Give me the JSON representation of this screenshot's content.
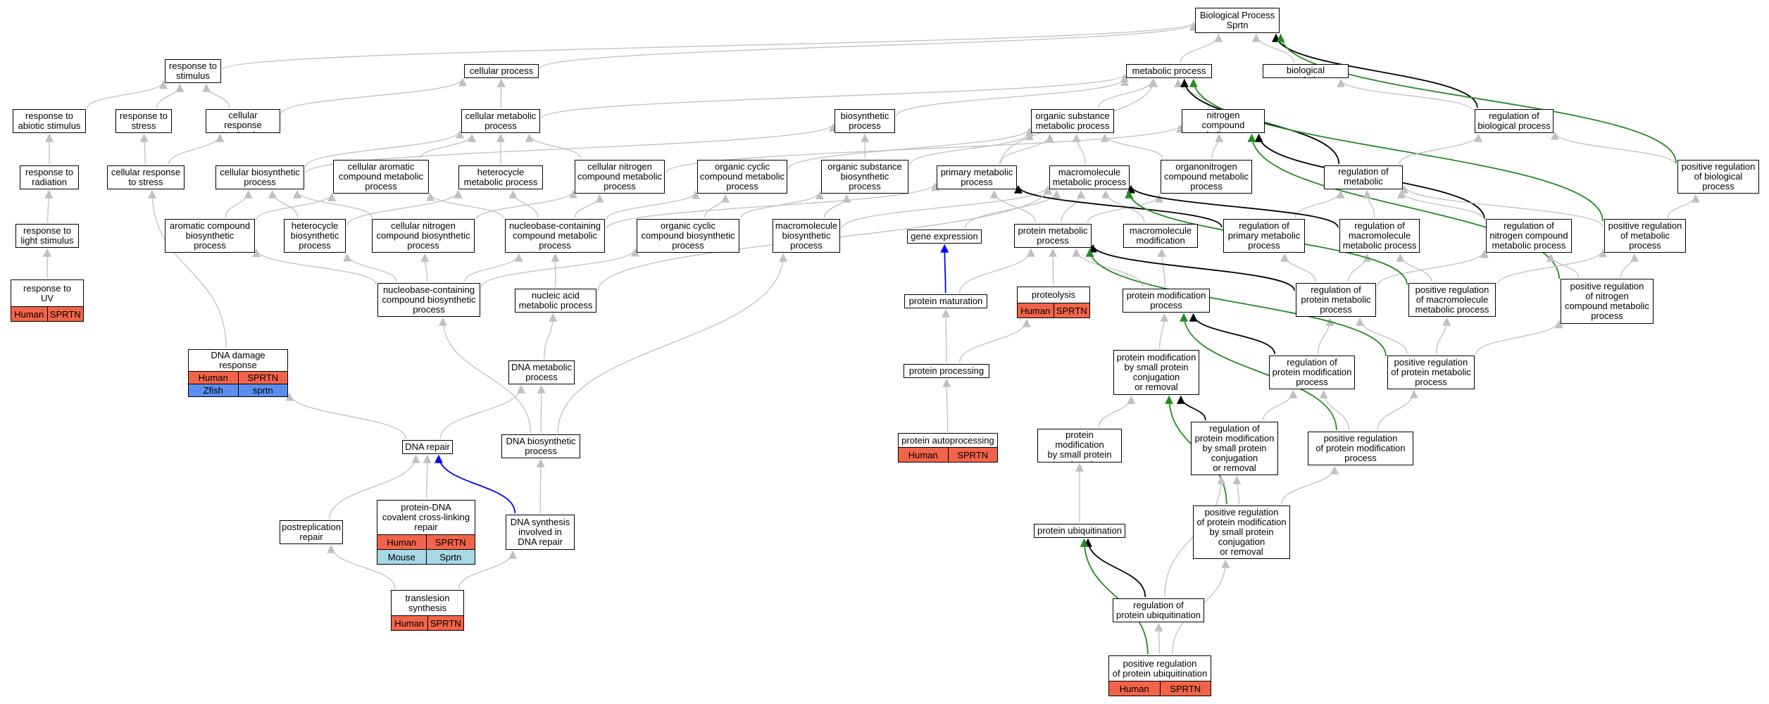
{
  "colors": {
    "default_edge": "#c0c0c0",
    "regulates_edge": "#000000",
    "positively_regulates_edge": "#228b22",
    "part_of_edge": "#0000ff",
    "human": "#f26449",
    "zfish": "#5b8ef0",
    "mouse": "#a6d8e6"
  },
  "nodes": [
    {
      "id": "bp",
      "label": "Biological Process\nSprtn"
    },
    {
      "id": "resp_stim",
      "label": "response to\nstimulus"
    },
    {
      "id": "cell_proc",
      "label": "cellular process"
    },
    {
      "id": "met_proc",
      "label": "metabolic process"
    },
    {
      "id": "bio_reg",
      "label": "biological regulation"
    },
    {
      "id": "resp_abiotic",
      "label": "response to\nabiotic stimulus"
    },
    {
      "id": "resp_stress",
      "label": "response to\nstress"
    },
    {
      "id": "cell_resp_stim",
      "label": "cellular response\nto stimulus"
    },
    {
      "id": "cell_met",
      "label": "cellular metabolic\nprocess"
    },
    {
      "id": "biosyn",
      "label": "biosynthetic\nprocess"
    },
    {
      "id": "org_sub_met",
      "label": "organic substance\nmetabolic process"
    },
    {
      "id": "nitro_met",
      "label": "nitrogen compound\nmetabolic process"
    },
    {
      "id": "reg_bio",
      "label": "regulation of\nbiological process"
    },
    {
      "id": "resp_rad",
      "label": "response to\nradiation"
    },
    {
      "id": "cell_resp_stress",
      "label": "cellular response\nto stress"
    },
    {
      "id": "cell_biosyn",
      "label": "cellular biosynthetic\nprocess"
    },
    {
      "id": "cell_arom",
      "label": "cellular aromatic\ncompound metabolic\nprocess"
    },
    {
      "id": "hetero_met",
      "label": "heterocycle\nmetabolic process"
    },
    {
      "id": "cell_nitro_met",
      "label": "cellular nitrogen\ncompound metabolic\nprocess"
    },
    {
      "id": "org_cyc_met",
      "label": "organic cyclic\ncompound metabolic\nprocess"
    },
    {
      "id": "org_sub_biosyn",
      "label": "organic substance\nbiosynthetic\nprocess"
    },
    {
      "id": "prim_met",
      "label": "primary metabolic\nprocess"
    },
    {
      "id": "macro_met",
      "label": "macromolecule\nmetabolic process"
    },
    {
      "id": "organonitro",
      "label": "organonitrogen\ncompound metabolic\nprocess"
    },
    {
      "id": "reg_met",
      "label": "regulation of\nmetabolic process"
    },
    {
      "id": "pos_reg_bio",
      "label": "positive regulation\nof biological\nprocess"
    },
    {
      "id": "resp_light",
      "label": "response to\nlight stimulus"
    },
    {
      "id": "arom_biosyn",
      "label": "aromatic compound\nbiosynthetic\nprocess"
    },
    {
      "id": "hetero_biosyn",
      "label": "heterocycle\nbiosynthetic\nprocess"
    },
    {
      "id": "cell_nitro_biosyn",
      "label": "cellular nitrogen\ncompound biosynthetic\nprocess"
    },
    {
      "id": "nucbase_met",
      "label": "nucleobase-containing\ncompound metabolic\nprocess"
    },
    {
      "id": "org_cyc_biosyn",
      "label": "organic cyclic\ncompound biosynthetic\nprocess"
    },
    {
      "id": "macro_biosyn",
      "label": "macromolecule\nbiosynthetic\nprocess"
    },
    {
      "id": "gene_expr",
      "label": "gene expression"
    },
    {
      "id": "prot_met",
      "label": "protein metabolic\nprocess"
    },
    {
      "id": "macro_mod",
      "label": "macromolecule\nmodification"
    },
    {
      "id": "reg_prim_met",
      "label": "regulation of\nprimary metabolic\nprocess"
    },
    {
      "id": "reg_macro_met",
      "label": "regulation of\nmacromolecule\nmetabolic process"
    },
    {
      "id": "reg_nitro_met",
      "label": "regulation of\nnitrogen compound\nmetabolic process"
    },
    {
      "id": "pos_reg_met",
      "label": "positive regulation\nof metabolic\nprocess"
    },
    {
      "id": "resp_uv",
      "label": "response to\nUV",
      "rows": [
        [
          "Human",
          "SPRTN"
        ]
      ]
    },
    {
      "id": "nucbase_biosyn",
      "label": "nucleobase-containing\ncompound biosynthetic\nprocess"
    },
    {
      "id": "nuc_acid_met",
      "label": "nucleic acid\nmetabolic process"
    },
    {
      "id": "prot_mat",
      "label": "protein maturation"
    },
    {
      "id": "proteolysis",
      "label": "proteolysis",
      "rows": [
        [
          "Human",
          "SPRTN"
        ]
      ]
    },
    {
      "id": "prot_mod",
      "label": "protein modification\nprocess"
    },
    {
      "id": "reg_prot_met",
      "label": "regulation of\nprotein metabolic\nprocess"
    },
    {
      "id": "pos_reg_macro_met",
      "label": "positive regulation\nof macromolecule\nmetabolic process"
    },
    {
      "id": "pos_reg_nitro_met",
      "label": "positive regulation\nof nitrogen\ncompound metabolic\nprocess"
    },
    {
      "id": "dna_damage",
      "label": "DNA damage response",
      "rows": [
        [
          "Human",
          "SPRTN"
        ],
        [
          "Zfish",
          "sprtn"
        ]
      ]
    },
    {
      "id": "dna_met",
      "label": "DNA metabolic\nprocess"
    },
    {
      "id": "prot_mod_small",
      "label": "protein modification\nby small protein\nconjugation\nor removal"
    },
    {
      "id": "reg_prot_mod",
      "label": "regulation of\nprotein modification\nprocess"
    },
    {
      "id": "pos_reg_prot_met",
      "label": "positive regulation\nof protein metabolic\nprocess"
    },
    {
      "id": "prot_proc",
      "label": "protein processing"
    },
    {
      "id": "dna_repair",
      "label": "DNA repair"
    },
    {
      "id": "dna_biosyn",
      "label": "DNA biosynthetic\nprocess"
    },
    {
      "id": "prot_autoproc",
      "label": "protein autoprocessing",
      "rows": [
        [
          "Human",
          "SPRTN"
        ]
      ]
    },
    {
      "id": "prot_mod_conj",
      "label": "protein modification\nby small protein\nconjugation"
    },
    {
      "id": "reg_prot_mod_small",
      "label": "regulation of\nprotein modification\nby small protein\nconjugation\nor removal"
    },
    {
      "id": "pos_reg_prot_mod",
      "label": "positive regulation\nof protein modification\nprocess"
    },
    {
      "id": "postrep",
      "label": "postreplication\nrepair"
    },
    {
      "id": "prot_dna",
      "label": "protein-DNA\ncovalent cross-linking\nrepair",
      "rows": [
        [
          "Human",
          "SPRTN"
        ],
        [
          "Mouse",
          "Sprtn"
        ]
      ]
    },
    {
      "id": "dna_synth_repair",
      "label": "DNA synthesis\ninvolved in\nDNA repair"
    },
    {
      "id": "pos_reg_prot_mod_small",
      "label": "positive regulation\nof protein modification\nby small protein\nconjugation\nor removal"
    },
    {
      "id": "prot_ubiq",
      "label": "protein ubiquitination"
    },
    {
      "id": "tls",
      "label": "translesion\nsynthesis",
      "rows": [
        [
          "Human",
          "SPRTN"
        ]
      ]
    },
    {
      "id": "reg_prot_ubiq",
      "label": "regulation of\nprotein ubiquitination"
    },
    {
      "id": "pos_reg_prot_ubiq",
      "label": "positive regulation\nof protein ubiquitination",
      "rows": [
        [
          "Human",
          "SPRTN"
        ]
      ]
    }
  ],
  "edges": [
    {
      "from": "resp_stim",
      "to": "bp",
      "kind": "is_a"
    },
    {
      "from": "cell_proc",
      "to": "bp",
      "kind": "is_a"
    },
    {
      "from": "met_proc",
      "to": "bp",
      "kind": "is_a"
    },
    {
      "from": "bio_reg",
      "to": "bp",
      "kind": "is_a"
    },
    {
      "from": "reg_bio",
      "to": "bp",
      "kind": "regulates"
    },
    {
      "from": "pos_reg_bio",
      "to": "bp",
      "kind": "positively_regulates"
    },
    {
      "from": "resp_abiotic",
      "to": "resp_stim",
      "kind": "is_a"
    },
    {
      "from": "resp_stress",
      "to": "resp_stim",
      "kind": "is_a"
    },
    {
      "from": "cell_resp_stim",
      "to": "resp_stim",
      "kind": "is_a"
    },
    {
      "from": "cell_resp_stim",
      "to": "cell_proc",
      "kind": "is_a"
    },
    {
      "from": "cell_met",
      "to": "cell_proc",
      "kind": "is_a"
    },
    {
      "from": "cell_met",
      "to": "met_proc",
      "kind": "is_a"
    },
    {
      "from": "biosyn",
      "to": "met_proc",
      "kind": "is_a"
    },
    {
      "from": "org_sub_met",
      "to": "met_proc",
      "kind": "is_a"
    },
    {
      "from": "nitro_met",
      "to": "met_proc",
      "kind": "is_a"
    },
    {
      "from": "prim_met",
      "to": "met_proc",
      "kind": "is_a"
    },
    {
      "from": "reg_met",
      "to": "met_proc",
      "kind": "regulates"
    },
    {
      "from": "pos_reg_met",
      "to": "met_proc",
      "kind": "positively_regulates"
    },
    {
      "from": "reg_bio",
      "to": "bio_reg",
      "kind": "is_a"
    },
    {
      "from": "reg_met",
      "to": "reg_bio",
      "kind": "is_a"
    },
    {
      "from": "pos_reg_bio",
      "to": "reg_bio",
      "kind": "is_a"
    },
    {
      "from": "pos_reg_met",
      "to": "pos_reg_bio",
      "kind": "is_a"
    },
    {
      "from": "resp_rad",
      "to": "resp_abiotic",
      "kind": "is_a"
    },
    {
      "from": "resp_light",
      "to": "resp_rad",
      "kind": "is_a"
    },
    {
      "from": "resp_uv",
      "to": "resp_light",
      "kind": "is_a"
    },
    {
      "from": "cell_resp_stress",
      "to": "resp_stress",
      "kind": "is_a"
    },
    {
      "from": "cell_resp_stress",
      "to": "cell_resp_stim",
      "kind": "is_a"
    },
    {
      "from": "dna_damage",
      "to": "cell_resp_stress",
      "kind": "is_a"
    },
    {
      "from": "cell_biosyn",
      "to": "cell_met",
      "kind": "is_a"
    },
    {
      "from": "cell_biosyn",
      "to": "biosyn",
      "kind": "is_a"
    },
    {
      "from": "cell_arom",
      "to": "cell_met",
      "kind": "is_a"
    },
    {
      "from": "hetero_met",
      "to": "cell_met",
      "kind": "is_a"
    },
    {
      "from": "cell_nitro_met",
      "to": "cell_met",
      "kind": "is_a"
    },
    {
      "from": "cell_nitro_met",
      "to": "nitro_met",
      "kind": "is_a"
    },
    {
      "from": "org_cyc_met",
      "to": "org_sub_met",
      "kind": "is_a"
    },
    {
      "from": "org_sub_biosyn",
      "to": "biosyn",
      "kind": "is_a"
    },
    {
      "from": "org_sub_biosyn",
      "to": "org_sub_met",
      "kind": "is_a"
    },
    {
      "from": "prim_met",
      "to": "org_sub_met",
      "kind": "is_a"
    },
    {
      "from": "macro_met",
      "to": "org_sub_met",
      "kind": "is_a"
    },
    {
      "from": "organonitro",
      "to": "org_sub_met",
      "kind": "is_a"
    },
    {
      "from": "organonitro",
      "to": "nitro_met",
      "kind": "is_a"
    },
    {
      "from": "reg_nitro_met",
      "to": "nitro_met",
      "kind": "regulates"
    },
    {
      "from": "pos_reg_nitro_met",
      "to": "nitro_met",
      "kind": "positively_regulates"
    },
    {
      "from": "arom_biosyn",
      "to": "cell_arom",
      "kind": "is_a"
    },
    {
      "from": "arom_biosyn",
      "to": "cell_biosyn",
      "kind": "is_a"
    },
    {
      "from": "hetero_biosyn",
      "to": "hetero_met",
      "kind": "is_a"
    },
    {
      "from": "hetero_biosyn",
      "to": "cell_biosyn",
      "kind": "is_a"
    },
    {
      "from": "cell_nitro_biosyn",
      "to": "cell_nitro_met",
      "kind": "is_a"
    },
    {
      "from": "cell_nitro_biosyn",
      "to": "cell_biosyn",
      "kind": "is_a"
    },
    {
      "from": "nucbase_met",
      "to": "cell_arom",
      "kind": "is_a"
    },
    {
      "from": "nucbase_met",
      "to": "hetero_met",
      "kind": "is_a"
    },
    {
      "from": "nucbase_met",
      "to": "cell_nitro_met",
      "kind": "is_a"
    },
    {
      "from": "nucbase_met",
      "to": "org_cyc_met",
      "kind": "is_a"
    },
    {
      "from": "nucbase_met",
      "to": "prim_met",
      "kind": "is_a"
    },
    {
      "from": "org_cyc_biosyn",
      "to": "org_cyc_met",
      "kind": "is_a"
    },
    {
      "from": "org_cyc_biosyn",
      "to": "org_sub_biosyn",
      "kind": "is_a"
    },
    {
      "from": "macro_biosyn",
      "to": "org_sub_biosyn",
      "kind": "is_a"
    },
    {
      "from": "macro_biosyn",
      "to": "macro_met",
      "kind": "is_a"
    },
    {
      "from": "gene_expr",
      "to": "macro_met",
      "kind": "is_a"
    },
    {
      "from": "prot_met",
      "to": "prim_met",
      "kind": "is_a"
    },
    {
      "from": "prot_met",
      "to": "macro_met",
      "kind": "is_a"
    },
    {
      "from": "prot_met",
      "to": "organonitro",
      "kind": "is_a"
    },
    {
      "from": "macro_mod",
      "to": "macro_met",
      "kind": "is_a"
    },
    {
      "from": "reg_prim_met",
      "to": "prim_met",
      "kind": "regulates"
    },
    {
      "from": "reg_prim_met",
      "to": "reg_met",
      "kind": "is_a"
    },
    {
      "from": "reg_macro_met",
      "to": "macro_met",
      "kind": "regulates"
    },
    {
      "from": "reg_macro_met",
      "to": "reg_met",
      "kind": "is_a"
    },
    {
      "from": "reg_nitro_met",
      "to": "reg_met",
      "kind": "is_a"
    },
    {
      "from": "pos_reg_met",
      "to": "reg_met",
      "kind": "is_a"
    },
    {
      "from": "nucbase_biosyn",
      "to": "arom_biosyn",
      "kind": "is_a"
    },
    {
      "from": "nucbase_biosyn",
      "to": "hetero_biosyn",
      "kind": "is_a"
    },
    {
      "from": "nucbase_biosyn",
      "to": "cell_nitro_biosyn",
      "kind": "is_a"
    },
    {
      "from": "nucbase_biosyn",
      "to": "nucbase_met",
      "kind": "is_a"
    },
    {
      "from": "nucbase_biosyn",
      "to": "org_cyc_biosyn",
      "kind": "is_a"
    },
    {
      "from": "nuc_acid_met",
      "to": "nucbase_met",
      "kind": "is_a"
    },
    {
      "from": "nuc_acid_met",
      "to": "macro_met",
      "kind": "is_a"
    },
    {
      "from": "prot_mat",
      "to": "gene_expr",
      "kind": "part_of"
    },
    {
      "from": "prot_mat",
      "to": "prot_met",
      "kind": "is_a"
    },
    {
      "from": "proteolysis",
      "to": "prot_met",
      "kind": "is_a"
    },
    {
      "from": "prot_mod",
      "to": "prot_met",
      "kind": "is_a"
    },
    {
      "from": "prot_mod",
      "to": "macro_mod",
      "kind": "is_a"
    },
    {
      "from": "reg_prot_met",
      "to": "prot_met",
      "kind": "regulates"
    },
    {
      "from": "reg_prot_met",
      "to": "reg_prim_met",
      "kind": "is_a"
    },
    {
      "from": "reg_prot_met",
      "to": "reg_macro_met",
      "kind": "is_a"
    },
    {
      "from": "reg_prot_met",
      "to": "reg_nitro_met",
      "kind": "is_a"
    },
    {
      "from": "pos_reg_macro_met",
      "to": "macro_met",
      "kind": "positively_regulates"
    },
    {
      "from": "pos_reg_macro_met",
      "to": "reg_macro_met",
      "kind": "is_a"
    },
    {
      "from": "pos_reg_macro_met",
      "to": "pos_reg_met",
      "kind": "is_a"
    },
    {
      "from": "pos_reg_nitro_met",
      "to": "reg_nitro_met",
      "kind": "is_a"
    },
    {
      "from": "pos_reg_nitro_met",
      "to": "pos_reg_met",
      "kind": "is_a"
    },
    {
      "from": "dna_damage",
      "to": "nucbase_biosyn",
      "kind": "is_a",
      "hidden": true
    },
    {
      "from": "dna_met",
      "to": "nuc_acid_met",
      "kind": "is_a"
    },
    {
      "from": "prot_mod_small",
      "to": "prot_mod",
      "kind": "is_a"
    },
    {
      "from": "reg_prot_mod",
      "to": "prot_mod",
      "kind": "regulates"
    },
    {
      "from": "reg_prot_mod",
      "to": "reg_prot_met",
      "kind": "is_a"
    },
    {
      "from": "pos_reg_prot_met",
      "to": "prot_met",
      "kind": "positively_regulates"
    },
    {
      "from": "pos_reg_prot_met",
      "to": "reg_prot_met",
      "kind": "is_a"
    },
    {
      "from": "pos_reg_prot_met",
      "to": "pos_reg_macro_met",
      "kind": "is_a"
    },
    {
      "from": "pos_reg_prot_met",
      "to": "pos_reg_nitro_met",
      "kind": "is_a"
    },
    {
      "from": "prot_proc",
      "to": "prot_mat",
      "kind": "is_a"
    },
    {
      "from": "prot_proc",
      "to": "proteolysis",
      "kind": "is_a"
    },
    {
      "from": "dna_repair",
      "to": "dna_damage",
      "kind": "is_a"
    },
    {
      "from": "dna_repair",
      "to": "dna_met",
      "kind": "is_a"
    },
    {
      "from": "dna_biosyn",
      "to": "dna_met",
      "kind": "is_a"
    },
    {
      "from": "dna_biosyn",
      "to": "nucbase_biosyn",
      "kind": "is_a"
    },
    {
      "from": "dna_biosyn",
      "to": "macro_biosyn",
      "kind": "is_a"
    },
    {
      "from": "prot_autoproc",
      "to": "prot_proc",
      "kind": "is_a"
    },
    {
      "from": "prot_mod_conj",
      "to": "prot_mod_small",
      "kind": "is_a"
    },
    {
      "from": "reg_prot_mod_small",
      "to": "prot_mod_small",
      "kind": "regulates"
    },
    {
      "from": "reg_prot_mod_small",
      "to": "reg_prot_mod",
      "kind": "is_a"
    },
    {
      "from": "pos_reg_prot_mod",
      "to": "prot_mod",
      "kind": "positively_regulates"
    },
    {
      "from": "pos_reg_prot_mod",
      "to": "reg_prot_mod",
      "kind": "is_a"
    },
    {
      "from": "pos_reg_prot_mod",
      "to": "pos_reg_prot_met",
      "kind": "is_a"
    },
    {
      "from": "postrep",
      "to": "dna_repair",
      "kind": "is_a"
    },
    {
      "from": "prot_dna",
      "to": "dna_repair",
      "kind": "is_a"
    },
    {
      "from": "dna_synth_repair",
      "to": "dna_repair",
      "kind": "part_of"
    },
    {
      "from": "dna_synth_repair",
      "to": "dna_biosyn",
      "kind": "is_a"
    },
    {
      "from": "pos_reg_prot_mod_small",
      "to": "prot_mod_small",
      "kind": "positively_regulates"
    },
    {
      "from": "pos_reg_prot_mod_small",
      "to": "reg_prot_mod_small",
      "kind": "is_a"
    },
    {
      "from": "pos_reg_prot_mod_small",
      "to": "pos_reg_prot_mod",
      "kind": "is_a"
    },
    {
      "from": "prot_ubiq",
      "to": "prot_mod_conj",
      "kind": "is_a"
    },
    {
      "from": "tls",
      "to": "postrep",
      "kind": "is_a"
    },
    {
      "from": "tls",
      "to": "dna_synth_repair",
      "kind": "is_a"
    },
    {
      "from": "reg_prot_ubiq",
      "to": "prot_ubiq",
      "kind": "regulates"
    },
    {
      "from": "reg_prot_ubiq",
      "to": "reg_prot_mod_small",
      "kind": "is_a"
    },
    {
      "from": "pos_reg_prot_ubiq",
      "to": "prot_ubiq",
      "kind": "positively_regulates"
    },
    {
      "from": "pos_reg_prot_ubiq",
      "to": "reg_prot_ubiq",
      "kind": "is_a"
    },
    {
      "from": "pos_reg_prot_ubiq",
      "to": "pos_reg_prot_mod_small",
      "kind": "is_a"
    }
  ]
}
